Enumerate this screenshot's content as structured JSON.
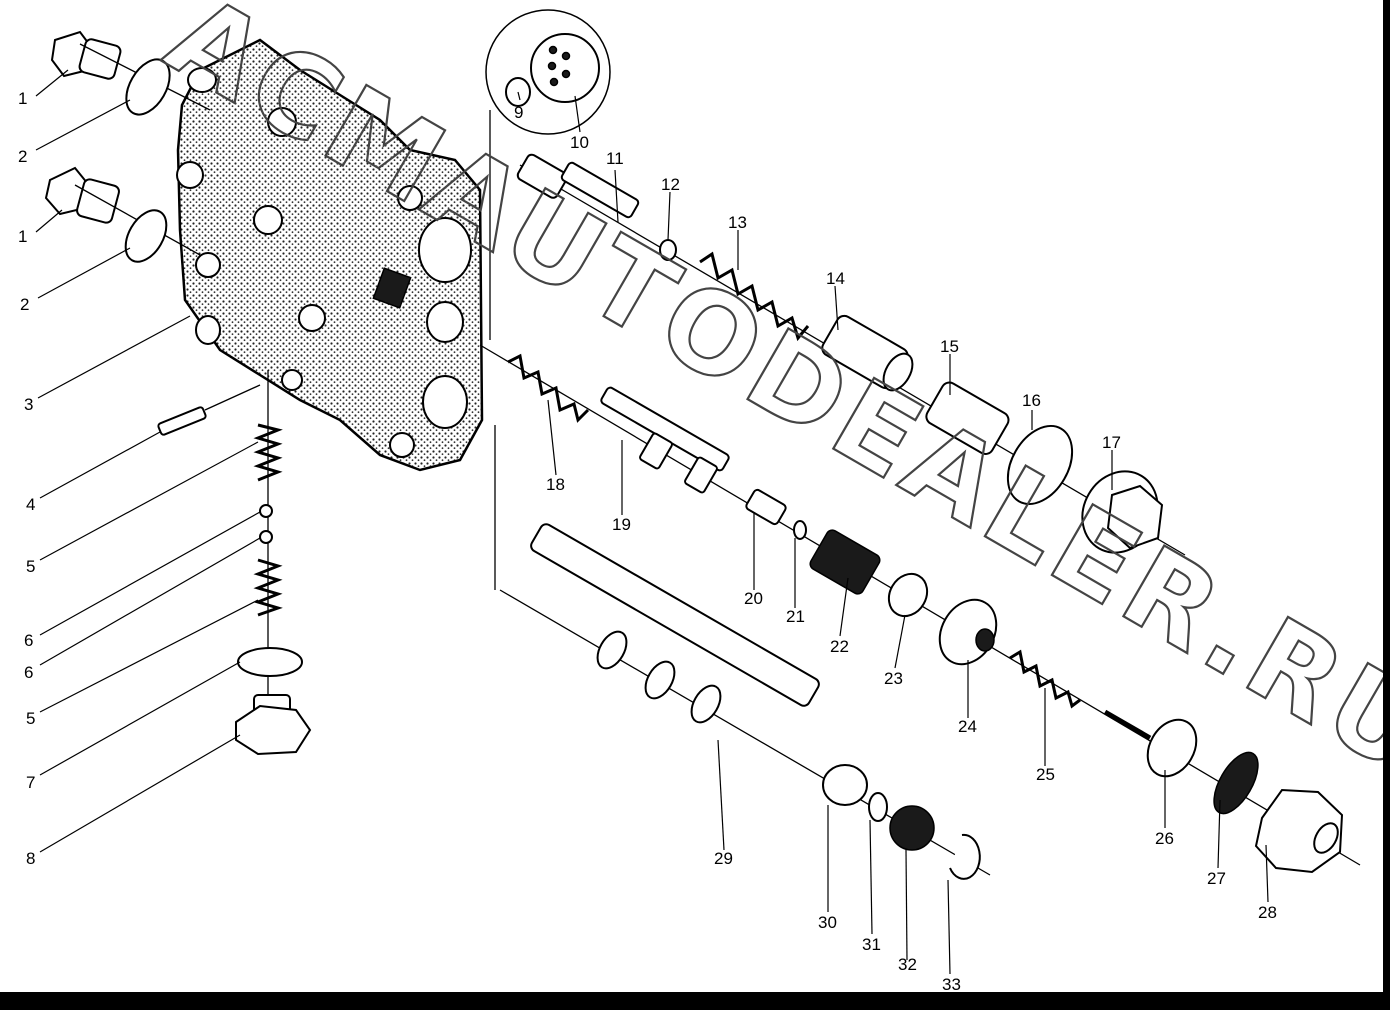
{
  "watermark": "ACMAUTODEALER.RU",
  "colors": {
    "ink": "#000000",
    "paper": "#ffffff",
    "frame": "#000000"
  },
  "callouts": [
    "1",
    "2",
    "1",
    "2",
    "3",
    "4",
    "5",
    "6",
    "6",
    "5",
    "7",
    "8",
    "9",
    "10",
    "11",
    "12",
    "13",
    "14",
    "15",
    "16",
    "17",
    "18",
    "19",
    "20",
    "21",
    "22",
    "23",
    "24",
    "25",
    "26",
    "27",
    "28",
    "29",
    "30",
    "31",
    "32",
    "33"
  ]
}
